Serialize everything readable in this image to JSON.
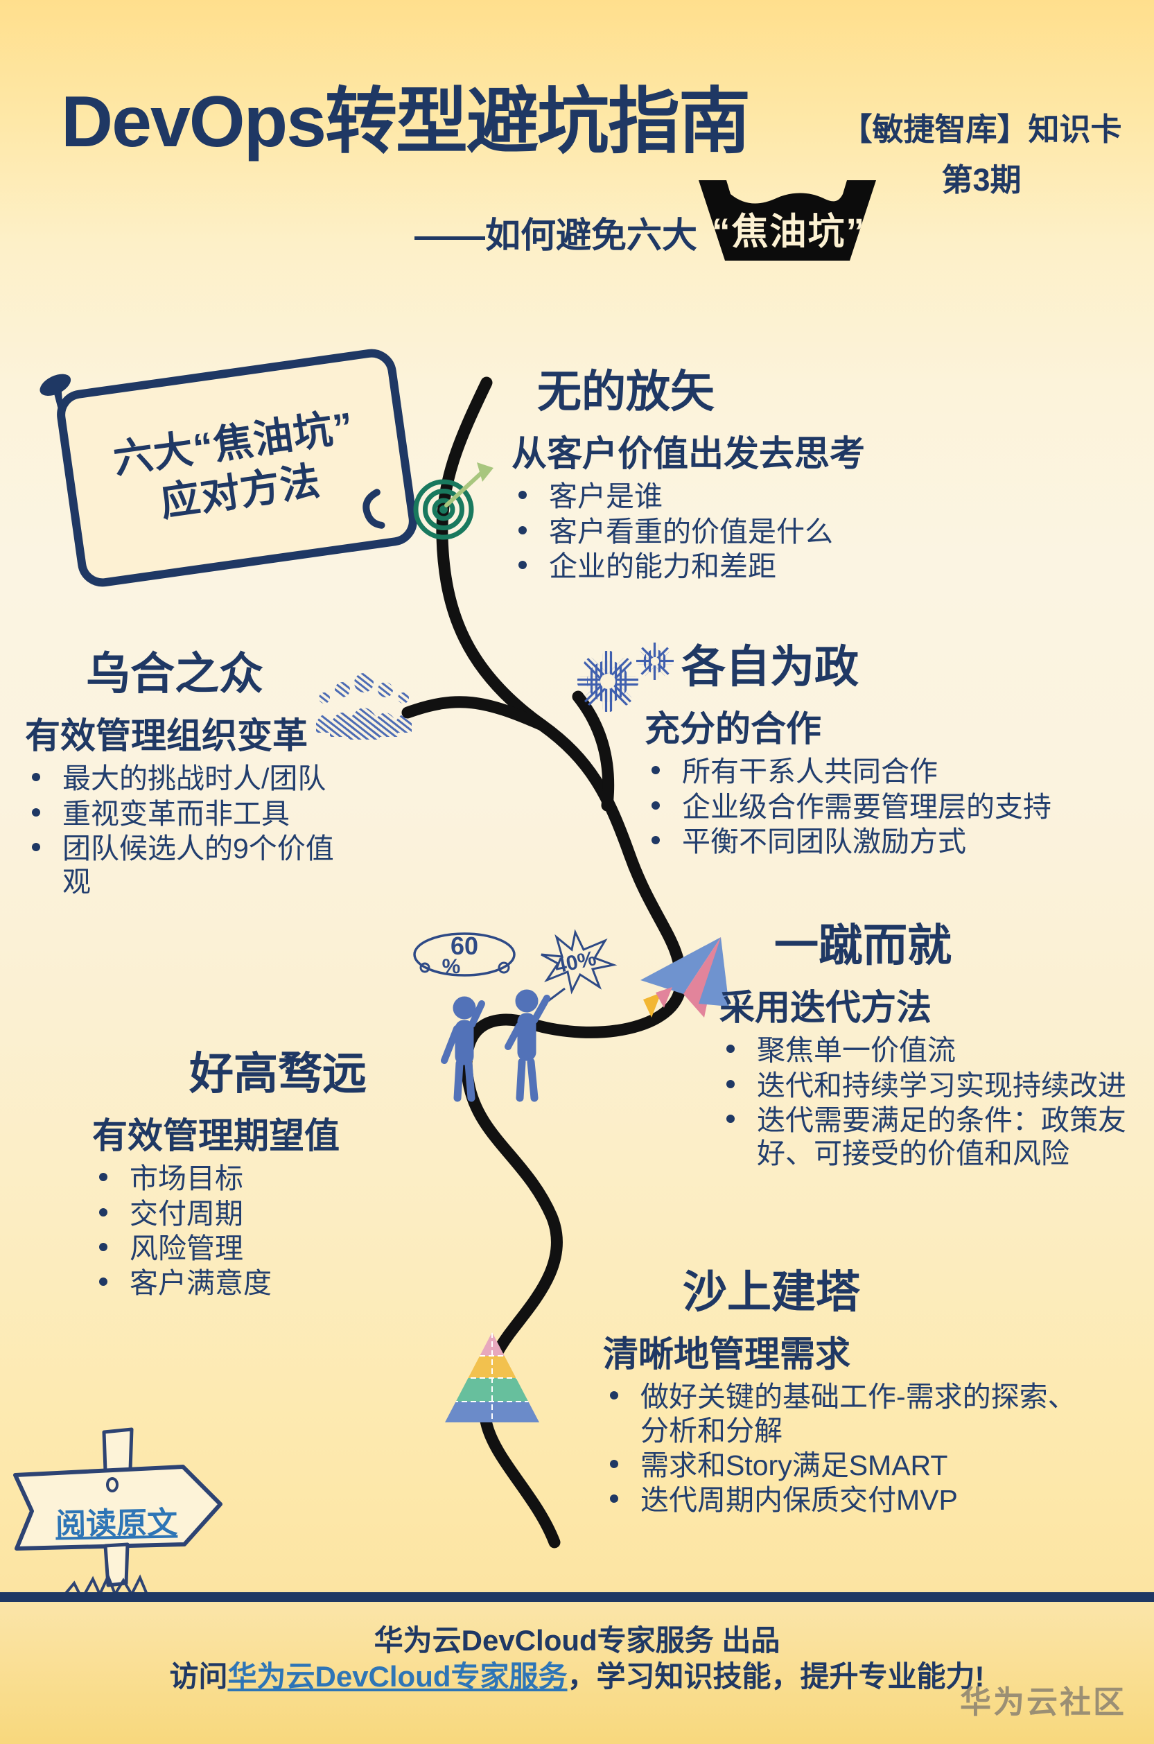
{
  "header": {
    "title": "DevOps转型避坑指南",
    "badge_line1": "【敏捷智库】知识卡",
    "badge_line2": "第3期",
    "subtitle_prefix": "——如何避免六大",
    "bucket_label": "“焦油坑”"
  },
  "sign": {
    "line1": "六大“焦油坑”",
    "line2": "应对方法"
  },
  "sections": [
    {
      "title": "无的放矢",
      "subtitle": "从客户价值出发去思考",
      "bullets": [
        "客户是谁",
        "客户看重的价值是什么",
        "企业的能力和差距"
      ]
    },
    {
      "title": "乌合之众",
      "subtitle": "有效管理组织变革",
      "bullets": [
        "最大的挑战时人/团队",
        "重视变革而非工具",
        "团队候选人的9个价值观"
      ]
    },
    {
      "title": "各自为政",
      "subtitle": "充分的合作",
      "bullets": [
        "所有干系人共同合作",
        "企业级合作需要管理层的支持",
        "平衡不同团队激励方式"
      ]
    },
    {
      "title": "一蹴而就",
      "subtitle": "采用迭代方法",
      "bullets": [
        "聚焦单一价值流",
        "迭代和持续学习实现持续改进",
        "迭代需要满足的条件：政策友好、可接受的价值和风险"
      ]
    },
    {
      "title": "好高骛远",
      "subtitle": "有效管理期望值",
      "bullets": [
        "市场目标",
        "交付周期",
        "风险管理",
        "客户满意度"
      ]
    },
    {
      "title": "沙上建塔",
      "subtitle": "清晰地管理需求",
      "bullets": [
        "做好关键的基础工作-需求的探索、分析和分解",
        "需求和Story满足SMART",
        "迭代周期内保质交付MVP"
      ]
    }
  ],
  "illustrations": {
    "thought_top": "60",
    "thought_bottom": "%",
    "burst": "40%"
  },
  "readmore": {
    "label": "阅读原文"
  },
  "footer": {
    "line1": "华为云DevCloud专家服务 出品",
    "line2_prefix": "访问",
    "line2_link": "华为云DevCloud专家服务",
    "line2_suffix": "，学习知识技能，提升专业能力!",
    "watermark": "华为云社区"
  },
  "colors": {
    "navy": "#1f3864",
    "link_blue": "#2e75b6",
    "road_black": "#111111",
    "target_green": "#19795e",
    "dart_green": "#a8c67e",
    "sketch_blue": "#4d6cb4",
    "plane_blue": "#6f93cf",
    "plane_pink": "#e2849b",
    "plane_yellow": "#f2b632",
    "pyramid_pink": "#e7a8bd",
    "pyramid_yellow": "#f2c14e",
    "pyramid_green": "#67bf9d",
    "pyramid_blue": "#6b8bc9",
    "bg_top_yellow": "#ffdf8d",
    "footer_yellow": "#f8d87d",
    "watermark_gray": "#9b8f74"
  },
  "icons": {
    "bucket-icon": "black tar bucket with wavy liquid",
    "target-icon": "green concentric dartboard with dart",
    "crowd-icon": "hatched blue group of people",
    "gears-icon": "hatched blue gears",
    "paper-plane-icon": "pink/blue/yellow paper plane",
    "people-illustration": "two sketched people with 60%/40% bubbles",
    "pyramid-icon": "puzzle pyramid pink/yellow/green/blue",
    "signpost": "hand-drawn wooden arrow sign",
    "road-path": "winding black road"
  }
}
